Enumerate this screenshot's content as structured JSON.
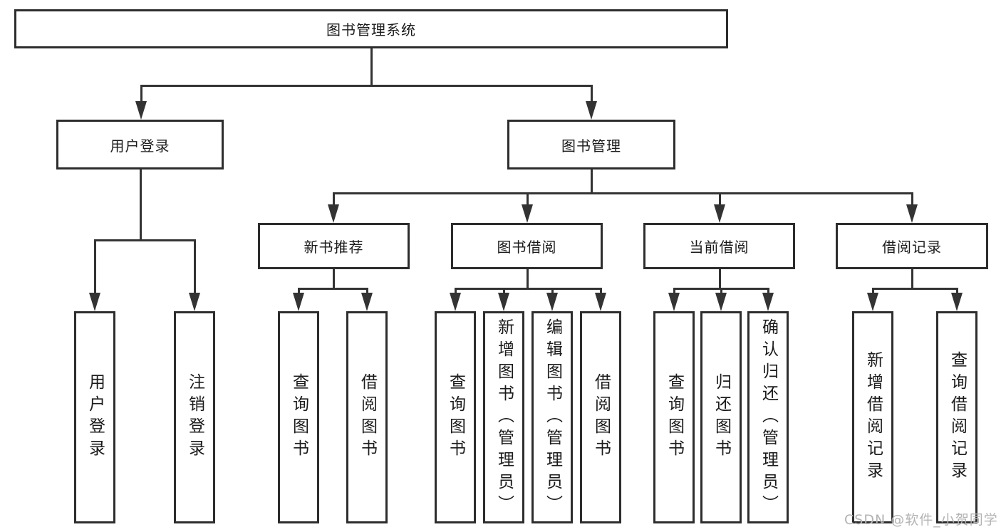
{
  "watermark": "CSDN @软件_小贺同学",
  "nodes": {
    "root": "图书管理系统",
    "user_login": "用户登录",
    "book_management": "图书管理",
    "new_book_recommend": "新书推荐",
    "book_borrow": "图书借阅",
    "current_borrow": "当前借阅",
    "borrow_records": "借阅记录",
    "leaf_user_login": "用户登录",
    "leaf_logout": "注销登录",
    "leaf_rec_query_books": "查询图书",
    "leaf_rec_borrow_books": "借阅图书",
    "leaf_bb_query_books": "查询图书",
    "leaf_bb_add_books": "新增图书（管理员）",
    "leaf_bb_edit_books": "编辑图书（管理员）",
    "leaf_bb_borrow_books": "借阅图书",
    "leaf_cb_query_books": "查询图书",
    "leaf_cb_return_books": "归还图书",
    "leaf_cb_confirm_return": "确认归还（管理员）",
    "leaf_br_add_record": "新增借阅记录",
    "leaf_br_query_record": "查询借阅记录"
  }
}
